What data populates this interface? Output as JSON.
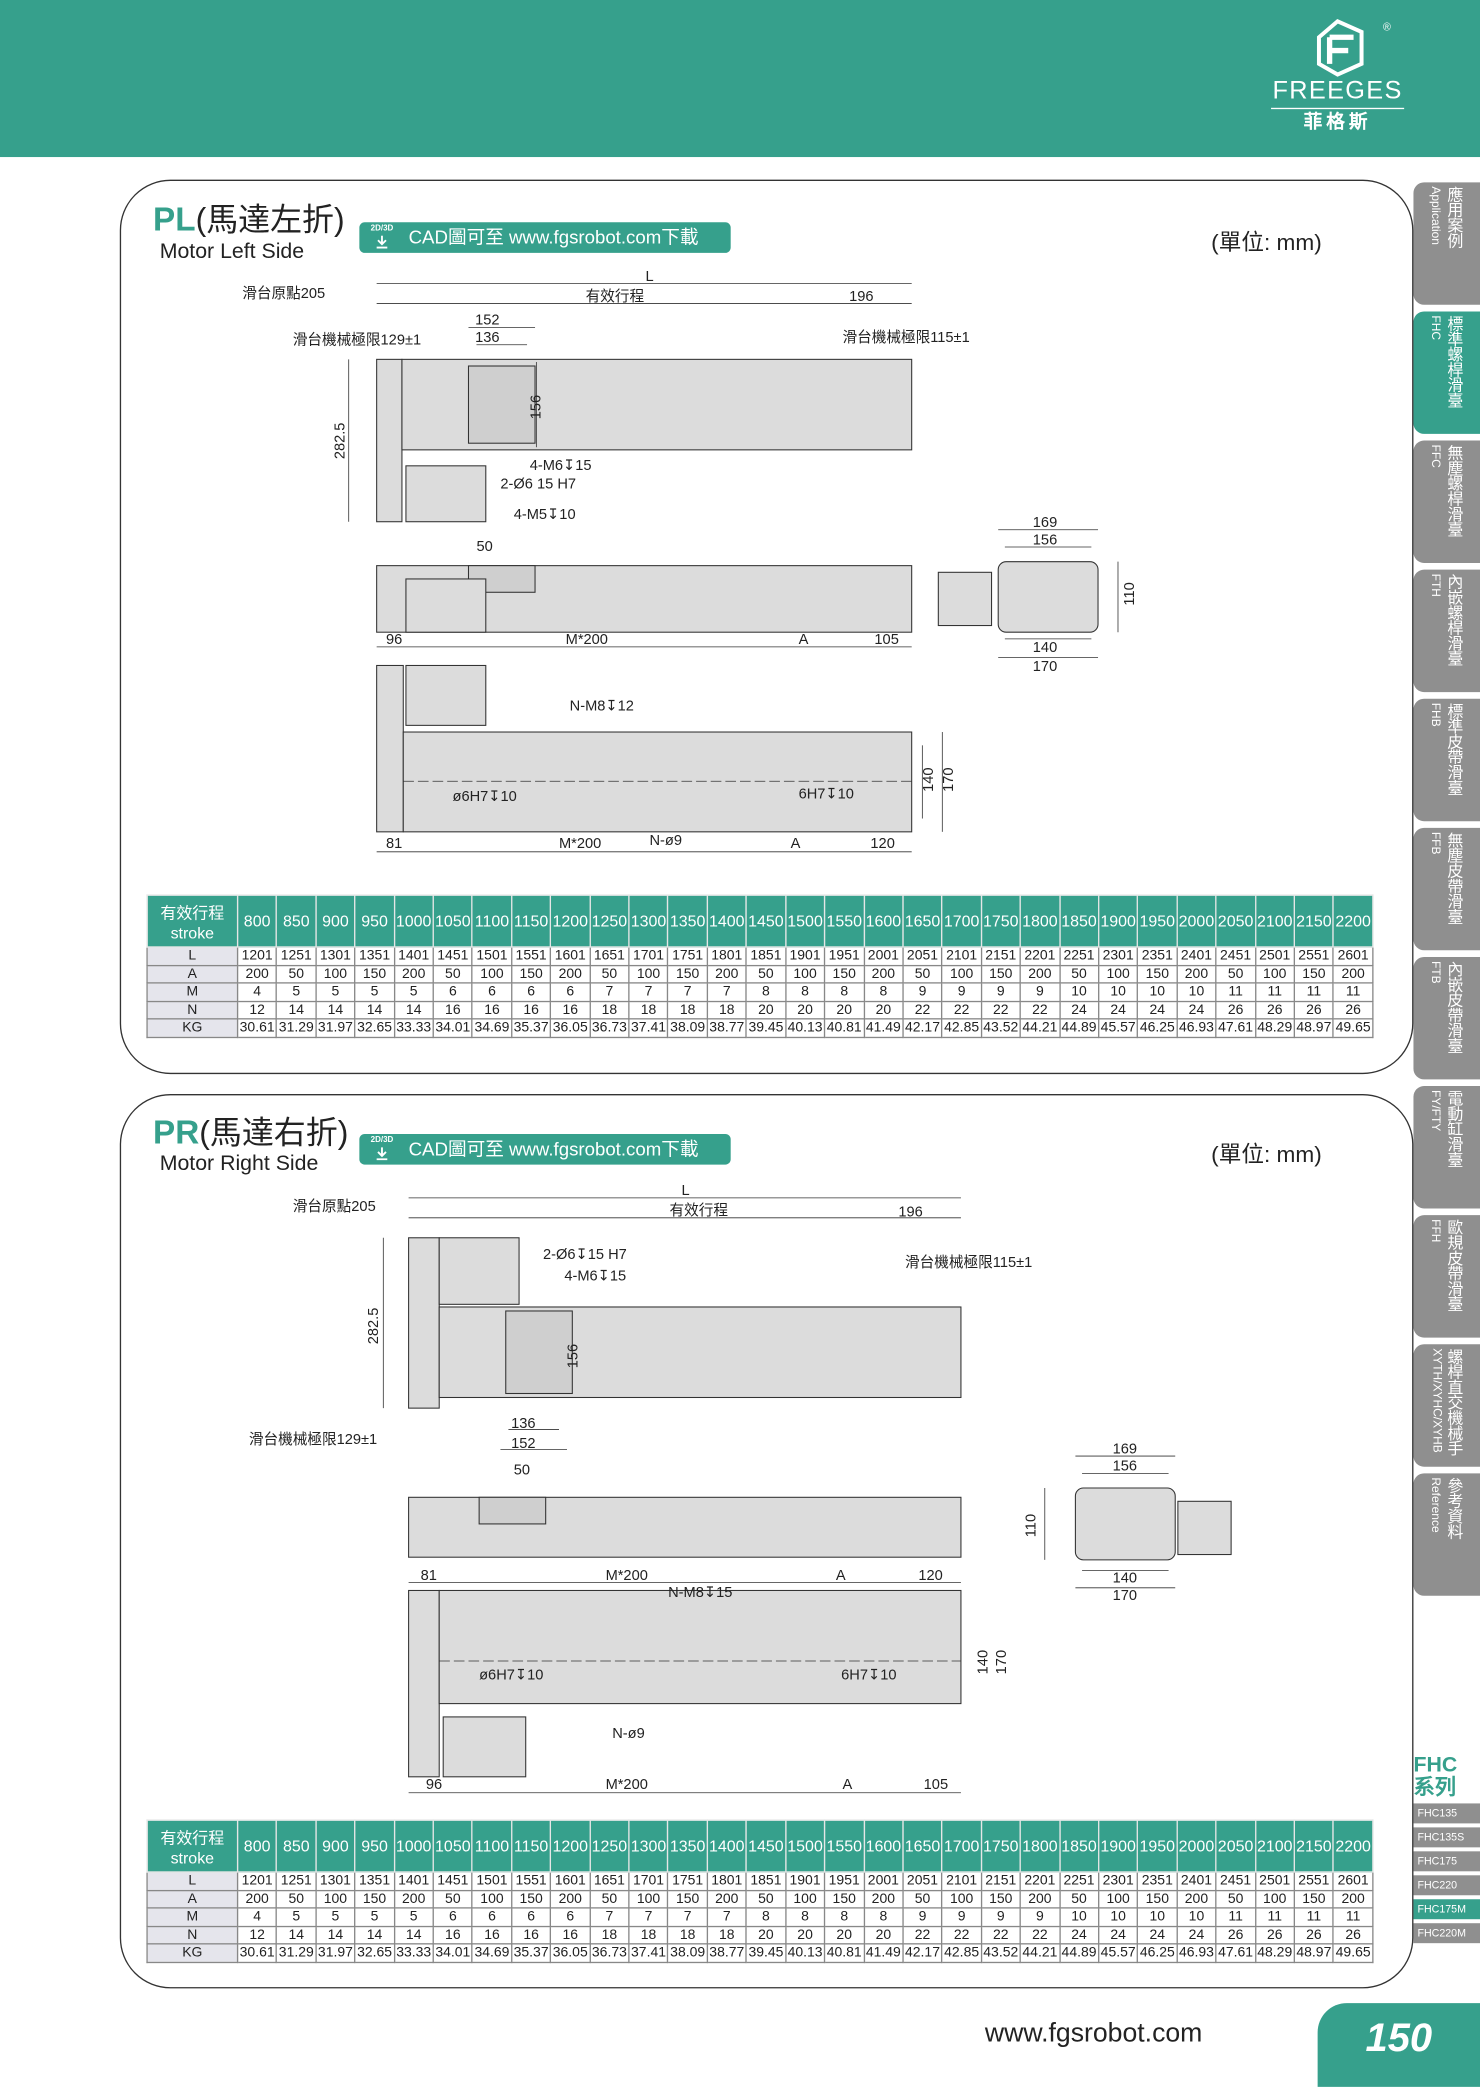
{
  "brand": {
    "name_en": "FREEGES",
    "name_zh": "菲格斯",
    "registered": "®"
  },
  "cad_badge": {
    "icon_label": "2D/3D",
    "text": "CAD圖可至 www.fgsrobot.com下載"
  },
  "unit_label": "(單位: mm)",
  "pl": {
    "code": "PL",
    "title_zh": "(馬達左折)",
    "subtitle": "Motor Left Side",
    "labels": {
      "L": "L",
      "stroke": "有效行程",
      "origin": "滑台原點205",
      "d196": "196",
      "d152": "152",
      "d136": "136",
      "limit129": "滑台機械極限129±1",
      "limit115": "滑台機械極限115±1",
      "h282": "282.5",
      "d156": "156",
      "m6": "4-M6↧15",
      "pin": "2-Ø6  15 H7",
      "m5": "4-M5↧10",
      "d50": "50",
      "d96": "96",
      "m200a": "M*200",
      "Aa": "A",
      "d105": "105",
      "m8": "N-M8↧12",
      "pinL": "ø6H7↧10",
      "pinR": "6H7↧10",
      "d140": "140",
      "d170": "170",
      "d81": "81",
      "m200b": "M*200",
      "n9": "N-ø9",
      "Ab": "A",
      "d120": "120",
      "e169": "169",
      "e156": "156",
      "e110": "110",
      "e140": "140",
      "e170": "170"
    }
  },
  "pr": {
    "code": "PR",
    "title_zh": "(馬達右折)",
    "subtitle": "Motor Right Side",
    "labels": {
      "L": "L",
      "stroke": "有效行程",
      "origin": "滑台原點205",
      "d196": "196",
      "pin": "2-Ø6↧15 H7",
      "m6": "4-M6↧15",
      "limit115": "滑台機械極限115±1",
      "h282": "282.5",
      "d156": "156",
      "d136": "136",
      "d152": "152",
      "limit129": "滑台機械極限129±1",
      "d50": "50",
      "e169": "169",
      "e156": "156",
      "e110": "110",
      "e140": "140",
      "e170": "170",
      "d81": "81",
      "m200a": "M*200",
      "Aa": "A",
      "d120": "120",
      "m8": "N-M8↧15",
      "pinL": "ø6H7↧10",
      "pinR": "6H7↧10",
      "d140": "140",
      "d170": "170",
      "n9": "N-ø9",
      "d96": "96",
      "m200b": "M*200",
      "Ab": "A",
      "d105": "105"
    }
  },
  "spec_table": {
    "header_zh": "有效行程",
    "header_en": "stroke",
    "strokes": [
      800,
      850,
      900,
      950,
      1000,
      1050,
      1100,
      1150,
      1200,
      1250,
      1300,
      1350,
      1400,
      1450,
      1500,
      1550,
      1600,
      1650,
      1700,
      1750,
      1800,
      1850,
      1900,
      1950,
      2000,
      2050,
      2100,
      2150,
      2200
    ],
    "rows": [
      {
        "label": "L",
        "values": [
          1201,
          1251,
          1301,
          1351,
          1401,
          1451,
          1501,
          1551,
          1601,
          1651,
          1701,
          1751,
          1801,
          1851,
          1901,
          1951,
          2001,
          2051,
          2101,
          2151,
          2201,
          2251,
          2301,
          2351,
          2401,
          2451,
          2501,
          2551,
          2601
        ]
      },
      {
        "label": "A",
        "values": [
          200,
          50,
          100,
          150,
          200,
          50,
          100,
          150,
          200,
          50,
          100,
          150,
          200,
          50,
          100,
          150,
          200,
          50,
          100,
          150,
          200,
          50,
          100,
          150,
          200,
          50,
          100,
          150,
          200
        ]
      },
      {
        "label": "M",
        "values": [
          4,
          5,
          5,
          5,
          5,
          6,
          6,
          6,
          6,
          7,
          7,
          7,
          7,
          8,
          8,
          8,
          8,
          9,
          9,
          9,
          9,
          10,
          10,
          10,
          10,
          11,
          11,
          11,
          11
        ]
      },
      {
        "label": "N",
        "values": [
          12,
          14,
          14,
          14,
          14,
          16,
          16,
          16,
          16,
          18,
          18,
          18,
          18,
          20,
          20,
          20,
          20,
          22,
          22,
          22,
          22,
          24,
          24,
          24,
          24,
          26,
          26,
          26,
          26
        ]
      },
      {
        "label": "KG",
        "values": [
          "30.61",
          "31.29",
          "31.97",
          "32.65",
          "33.33",
          "34.01",
          "34.69",
          "35.37",
          "36.05",
          "36.73",
          "37.41",
          "38.09",
          "38.77",
          "39.45",
          "40.13",
          "40.81",
          "41.49",
          "42.17",
          "42.85",
          "43.52",
          "44.21",
          "44.89",
          "45.57",
          "46.25",
          "46.93",
          "47.61",
          "48.29",
          "48.97",
          "49.65"
        ]
      }
    ]
  },
  "side_tabs": [
    {
      "zh": "應用案例",
      "en": "Application",
      "active": false
    },
    {
      "zh": "標準螺桿滑臺",
      "en": "FHC",
      "active": true
    },
    {
      "zh": "無塵螺桿滑臺",
      "en": "FFC",
      "active": false
    },
    {
      "zh": "內嵌螺桿滑臺",
      "en": "FTH",
      "active": false
    },
    {
      "zh": "標準皮帶滑臺",
      "en": "FHB",
      "active": false
    },
    {
      "zh": "無塵皮帶滑臺",
      "en": "FFB",
      "active": false
    },
    {
      "zh": "內嵌皮帶滑臺",
      "en": "FTB",
      "active": false
    },
    {
      "zh": "電動缸滑臺",
      "en": "FY/FTY",
      "active": false
    },
    {
      "zh": "歐規皮帶滑臺",
      "en": "FFH",
      "active": false
    },
    {
      "zh": "螺桿直交機械手",
      "en": "XYTH/XYHC/XYHB",
      "active": false
    },
    {
      "zh": "參考資料",
      "en": "Reference",
      "active": false
    }
  ],
  "series": {
    "title1": "FHC",
    "title2": "系列",
    "items": [
      {
        "label": "FHC135",
        "active": false
      },
      {
        "label": "FHC135S",
        "active": false
      },
      {
        "label": "FHC175",
        "active": false
      },
      {
        "label": "FHC220",
        "active": false
      },
      {
        "label": "FHC175M",
        "active": true
      },
      {
        "label": "FHC220M",
        "active": false
      }
    ]
  },
  "footer": {
    "url": "www.fgsrobot.com",
    "page_number": "150"
  },
  "colors": {
    "brand": "#36a08c",
    "tab_gray": "#8f8f8f"
  }
}
